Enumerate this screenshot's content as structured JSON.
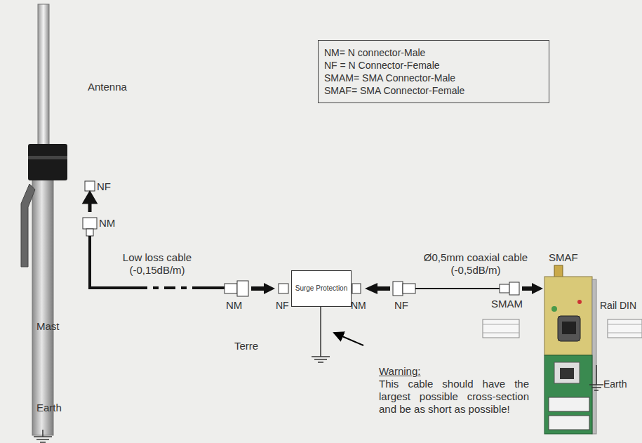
{
  "diagram": {
    "nodes": [
      {
        "text": [
          "NM= N connector-Male",
          "NF = N Connector-Female",
          "SMAM= SMA Connector-Male",
          "SMAF= SMA Connector-Female"
        ]
      },
      {
        "text": [
          "Surge Protection"
        ]
      }
    ],
    "labels": [
      "Antenna",
      "NF",
      "NM",
      "Low loss cable (-0,15dB/m)",
      "NM",
      "NF",
      "NM",
      "NF",
      "Ø0,5mm coaxial cable (-0,5dB/m)",
      "SMAM",
      "SMAF",
      "Rail DIN",
      "Mast",
      "Earth",
      "Terre",
      "Warning:",
      "This cable should have the largest possible cross-section and be as short as possible!",
      "Earth"
    ]
  }
}
